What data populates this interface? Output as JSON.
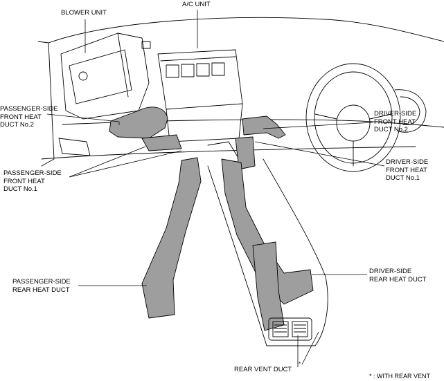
{
  "labels": {
    "blower_unit": "BLOWER UNIT",
    "ac_unit": "A/C UNIT",
    "ps_front_no2": [
      "PASSENGER-SIDE",
      "FRONT HEAT",
      "DUCT No.2"
    ],
    "ps_front_no1": [
      "PASSENGER-SIDE",
      "FRONT HEAT",
      "DUCT No.1"
    ],
    "ds_front_no2": [
      "DRIVER-SIDE",
      "FRONT HEAT",
      "DUCT No.2"
    ],
    "ds_front_no1": [
      "DRIVER-SIDE",
      "FRONT HEAT",
      "DUCT No.1"
    ],
    "ps_rear": [
      "PASSENGER-SIDE",
      "REAR HEAT DUCT"
    ],
    "ds_rear": [
      "DRIVER-SIDE",
      "REAR HEAT DUCT"
    ],
    "rear_vent": "REAR VENT DUCT",
    "asterisk": "*",
    "footnote": "* : WITH REAR VENT"
  }
}
